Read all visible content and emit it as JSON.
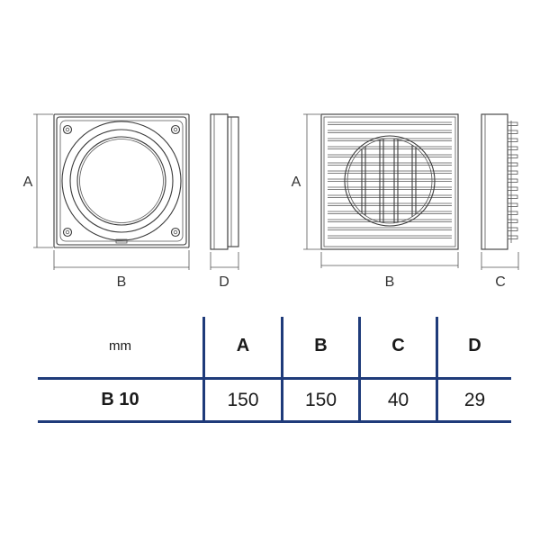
{
  "drawings": {
    "front_view_left": {
      "height_label": "A",
      "width_label": "B"
    },
    "side_view_left": {
      "depth_label": "D"
    },
    "front_view_right": {
      "height_label": "A",
      "width_label": "B"
    },
    "side_view_right": {
      "depth_label": "C"
    }
  },
  "table": {
    "header": [
      "mm",
      "A",
      "B",
      "C",
      "D"
    ],
    "rows": [
      [
        "B 10",
        "150",
        "150",
        "40",
        "29"
      ]
    ]
  },
  "colors": {
    "table_rule": "#1f3b7a",
    "drawing_line": "#3a3a3a"
  }
}
